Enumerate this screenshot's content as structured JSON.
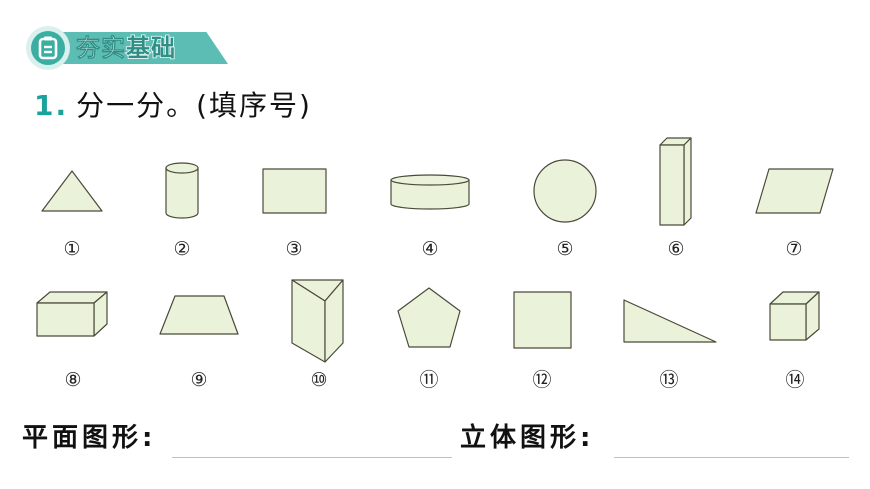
{
  "section": {
    "badge_icon": "clipboard-icon",
    "title_part1": "夯实",
    "title_part2": "基础",
    "accent_color": "#3aaea3"
  },
  "question": {
    "number": "1.",
    "text": "分一分。(填序号)"
  },
  "shapes": [
    {
      "id": "1",
      "label": "①",
      "name": "triangle",
      "kind": "plane"
    },
    {
      "id": "2",
      "label": "②",
      "name": "cylinder",
      "kind": "solid"
    },
    {
      "id": "3",
      "label": "③",
      "name": "rectangle",
      "kind": "plane"
    },
    {
      "id": "4",
      "label": "④",
      "name": "flat-cylinder",
      "kind": "solid"
    },
    {
      "id": "5",
      "label": "⑤",
      "name": "circle",
      "kind": "plane"
    },
    {
      "id": "6",
      "label": "⑥",
      "name": "tall-cuboid",
      "kind": "solid"
    },
    {
      "id": "7",
      "label": "⑦",
      "name": "parallelogram",
      "kind": "plane"
    },
    {
      "id": "8",
      "label": "⑧",
      "name": "cuboid",
      "kind": "solid"
    },
    {
      "id": "9",
      "label": "⑨",
      "name": "trapezoid",
      "kind": "plane"
    },
    {
      "id": "10",
      "label": "⑩",
      "name": "triangular-prism",
      "kind": "solid"
    },
    {
      "id": "11",
      "label": "⑪",
      "name": "pentagon",
      "kind": "plane"
    },
    {
      "id": "12",
      "label": "⑫",
      "name": "square",
      "kind": "plane"
    },
    {
      "id": "13",
      "label": "⑬",
      "name": "right-triangle",
      "kind": "plane"
    },
    {
      "id": "14",
      "label": "⑭",
      "name": "cube",
      "kind": "solid"
    }
  ],
  "answers": {
    "plane_label": "平面图形:",
    "plane_value": "",
    "solid_label": "立体图形:",
    "solid_value": ""
  },
  "colors": {
    "shape_fill": "#eaf3da",
    "shape_stroke": "#4a4a3a",
    "answer_line": "#f0a6cf"
  }
}
